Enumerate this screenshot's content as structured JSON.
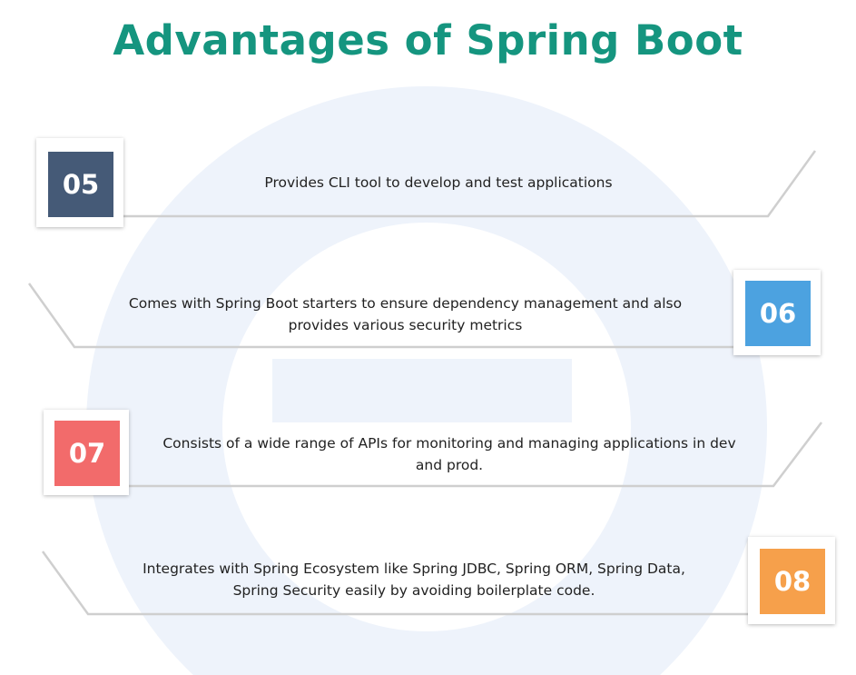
{
  "title": "Advantages of Spring Boot",
  "colors": {
    "title": "#15957f",
    "badge_05": "#455a77",
    "badge_06": "#4ca2e0",
    "badge_07": "#f26b6b",
    "badge_08": "#f6a04b",
    "watermark": "#eef3fb"
  },
  "items": [
    {
      "number": "05",
      "lines": [
        "Provides CLI tool to develop and test applications"
      ]
    },
    {
      "number": "06",
      "lines": [
        "Comes with Spring Boot starters to ensure dependency management and also",
        "provides various security metrics"
      ]
    },
    {
      "number": "07",
      "lines": [
        "Consists of a wide range of APIs for monitoring and managing applications in dev",
        "and prod."
      ]
    },
    {
      "number": "08",
      "lines": [
        "Integrates with Spring Ecosystem like Spring JDBC,  Spring ORM, Spring Data,",
        "Spring Security easily by avoiding boilerplate code."
      ]
    }
  ]
}
